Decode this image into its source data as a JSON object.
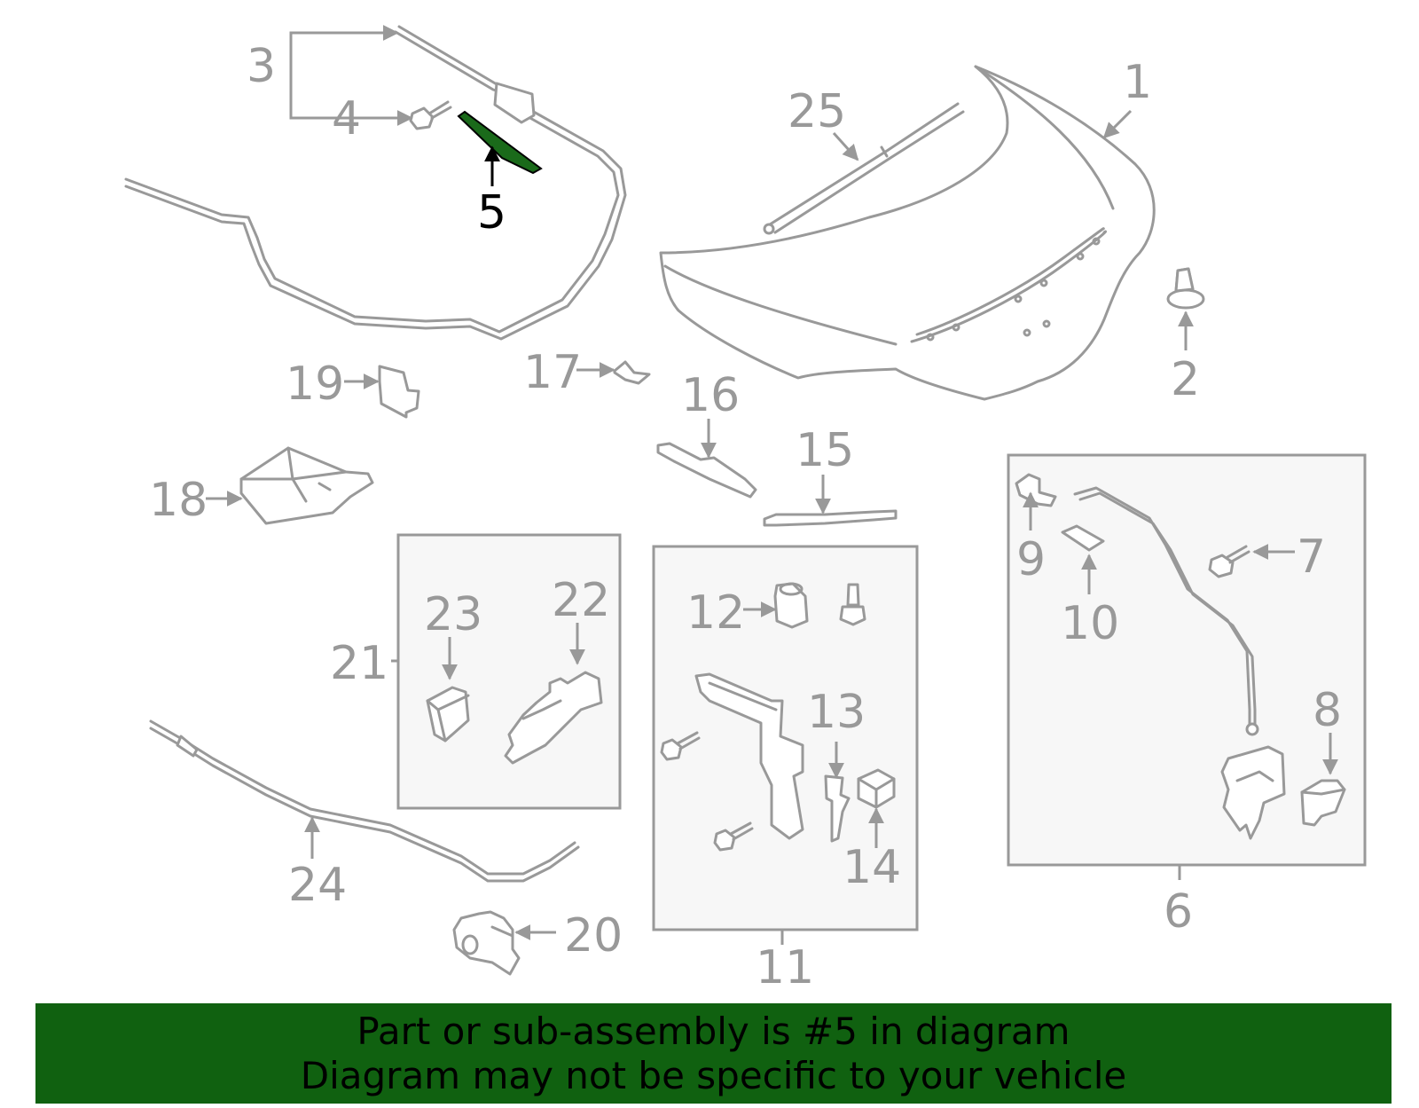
{
  "labels": {
    "p1": "1",
    "p2": "2",
    "p3": "3",
    "p4": "4",
    "p5": "5",
    "p6": "6",
    "p7": "7",
    "p8": "8",
    "p9": "9",
    "p10": "10",
    "p11": "11",
    "p12": "12",
    "p13": "13",
    "p14": "14",
    "p15": "15",
    "p16": "16",
    "p17": "17",
    "p18": "18",
    "p19": "19",
    "p20": "20",
    "p21": "21",
    "p22": "22",
    "p23": "23",
    "p24": "24",
    "p25": "25"
  },
  "highlighted_part": "5",
  "colors": {
    "part_line": "#999999",
    "highlight_fill": "#1a6a1a",
    "banner_bg": "#106110",
    "box_fill": "#f7f7f7"
  },
  "banner": {
    "line1": "Part or sub-assembly is #5 in diagram",
    "line2": "Diagram may not be specific to your vehicle"
  }
}
